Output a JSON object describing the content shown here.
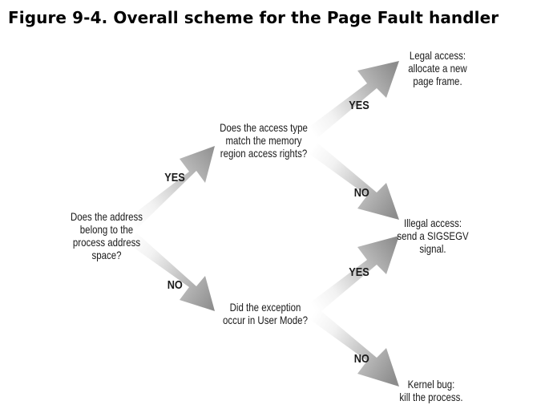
{
  "figure": {
    "title": "Figure 9-4. Overall scheme for the Page Fault handler"
  },
  "nodes": {
    "q_address": [
      "Does the address",
      "belong to the",
      "process address",
      "space?"
    ],
    "q_access": [
      "Does the access type",
      "match the memory",
      "region access rights?"
    ],
    "q_user_mode": [
      "Did the exception",
      "occur in User Mode?"
    ],
    "legal": [
      "Legal access:",
      "allocate a new",
      "page frame."
    ],
    "illegal": [
      "Illegal access:",
      "send a SIGSEGV",
      "signal."
    ],
    "kernel_bug": [
      "Kernel bug:",
      "kill the process."
    ]
  },
  "arrows": {
    "address_yes": "YES",
    "address_no": "NO",
    "access_yes": "YES",
    "access_no": "NO",
    "user_yes": "YES",
    "user_no": "NO"
  },
  "colors": {
    "arrow_light": "#ffffff",
    "arrow_dark": "#8c8c8c"
  }
}
